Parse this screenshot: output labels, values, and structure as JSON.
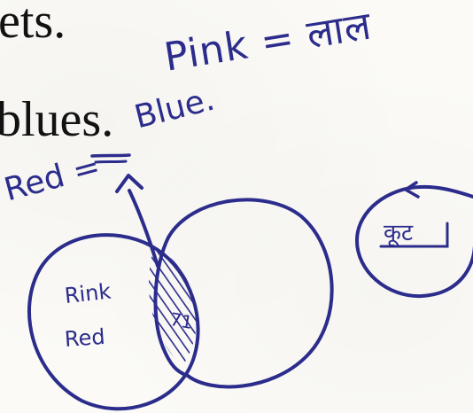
{
  "printed_text": {
    "line1": "ets.",
    "line2": "blues."
  },
  "handwriting": {
    "pink_equals": "Pink = लाल",
    "blue": "Blue.",
    "red_equals": "Red =",
    "inner_pink": "Rink",
    "inner_red": "Red",
    "small_circle_label": "कूट",
    "intersection_mark": "71"
  },
  "colors": {
    "ink": "#2b2c8c",
    "print": "#121212",
    "paper": "#fbfaf6"
  }
}
